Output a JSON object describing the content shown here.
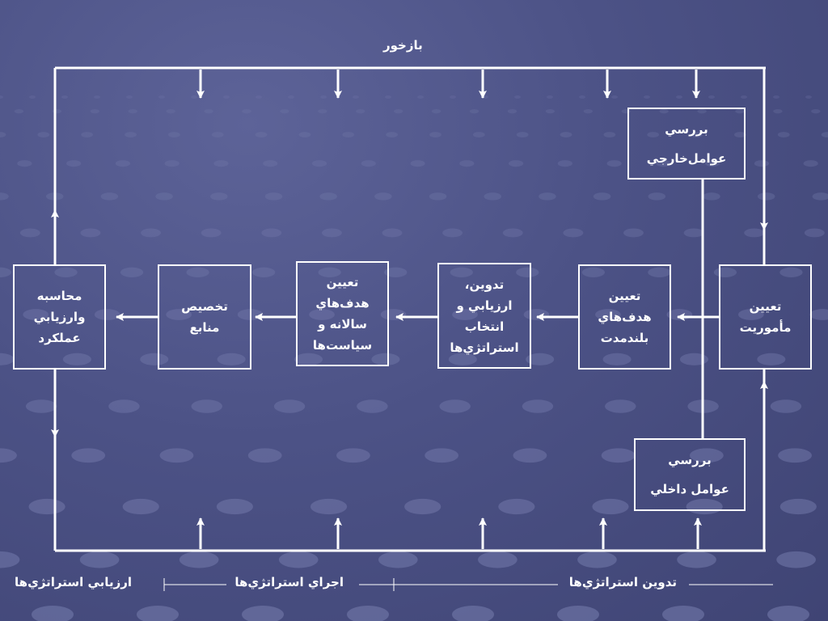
{
  "feedback_label": "بازخور",
  "boxes": {
    "external": {
      "line1": "بررسي",
      "line2": "عوامل‌خارجي"
    },
    "internal": {
      "line1": "بررسي",
      "line2": "عوامل داخلي"
    },
    "mission": {
      "line1": "تعيين",
      "line2": "مأموريت"
    },
    "long_term": {
      "line1": "تعيين",
      "line2": "هدف‌هاي",
      "line3": "بلندمدت"
    },
    "strategies": {
      "line1": "تدوين،",
      "line2": "ارزيابي و",
      "line3": "انتخاب",
      "line4": "استراتژي‌ها"
    },
    "annual": {
      "line1": "تعيين",
      "line2": "هدف‌هاي",
      "line3": "سالانه و",
      "line4": "سياست‌ها"
    },
    "resources": {
      "line1": "تخصيص",
      "line2": "منابع"
    },
    "evaluation": {
      "line1": "محاسبه",
      "line2": "وارزيابي",
      "line3": "عملكرد"
    }
  },
  "phases": {
    "formulation": "تدوين استراتژي‌ها",
    "implementation": "اجراي استراتژي‌ها",
    "evaluation": "ارزيابي استراتژي‌ها"
  },
  "colors": {
    "background": "#4c5286",
    "line": "#ffffff"
  }
}
